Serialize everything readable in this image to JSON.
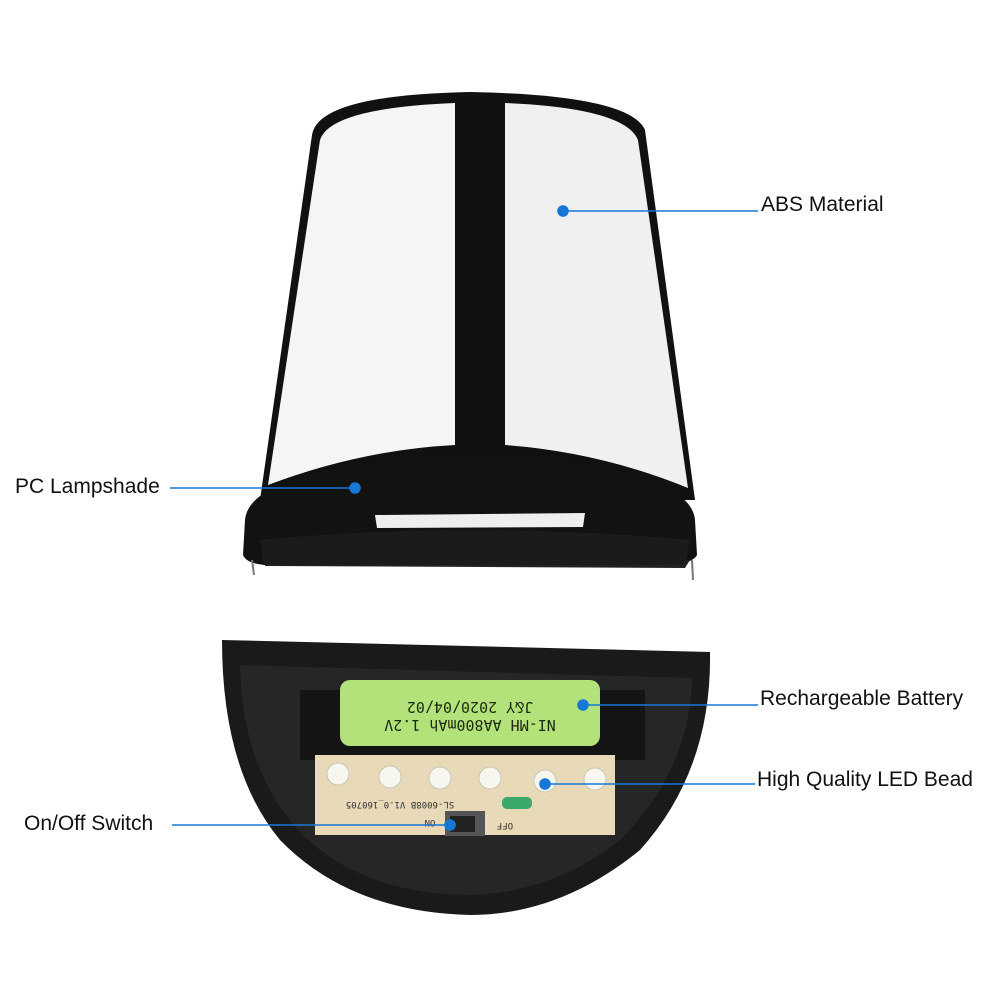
{
  "callouts": [
    {
      "id": "abs",
      "label": "ABS Material"
    },
    {
      "id": "lampshade",
      "label": "PC Lampshade"
    },
    {
      "id": "battery",
      "label": "Rechargeable Battery"
    },
    {
      "id": "led",
      "label": "High Quality LED Bead"
    },
    {
      "id": "switch",
      "label": "On/Off Switch"
    }
  ],
  "battery_print": {
    "line1": "NI-MH  AA800mAh  1.2V",
    "line2": "J&Y  2020/04/02"
  },
  "pcb_print": {
    "model": "SL-6008B  V1.0_160705",
    "on": "ON",
    "off": "OFF"
  },
  "colors": {
    "callout": "#1678d6",
    "frame": "#111111",
    "shade": "#f4f4f4",
    "battery": "#b4e27a",
    "pcb": "#e8d9b8"
  }
}
